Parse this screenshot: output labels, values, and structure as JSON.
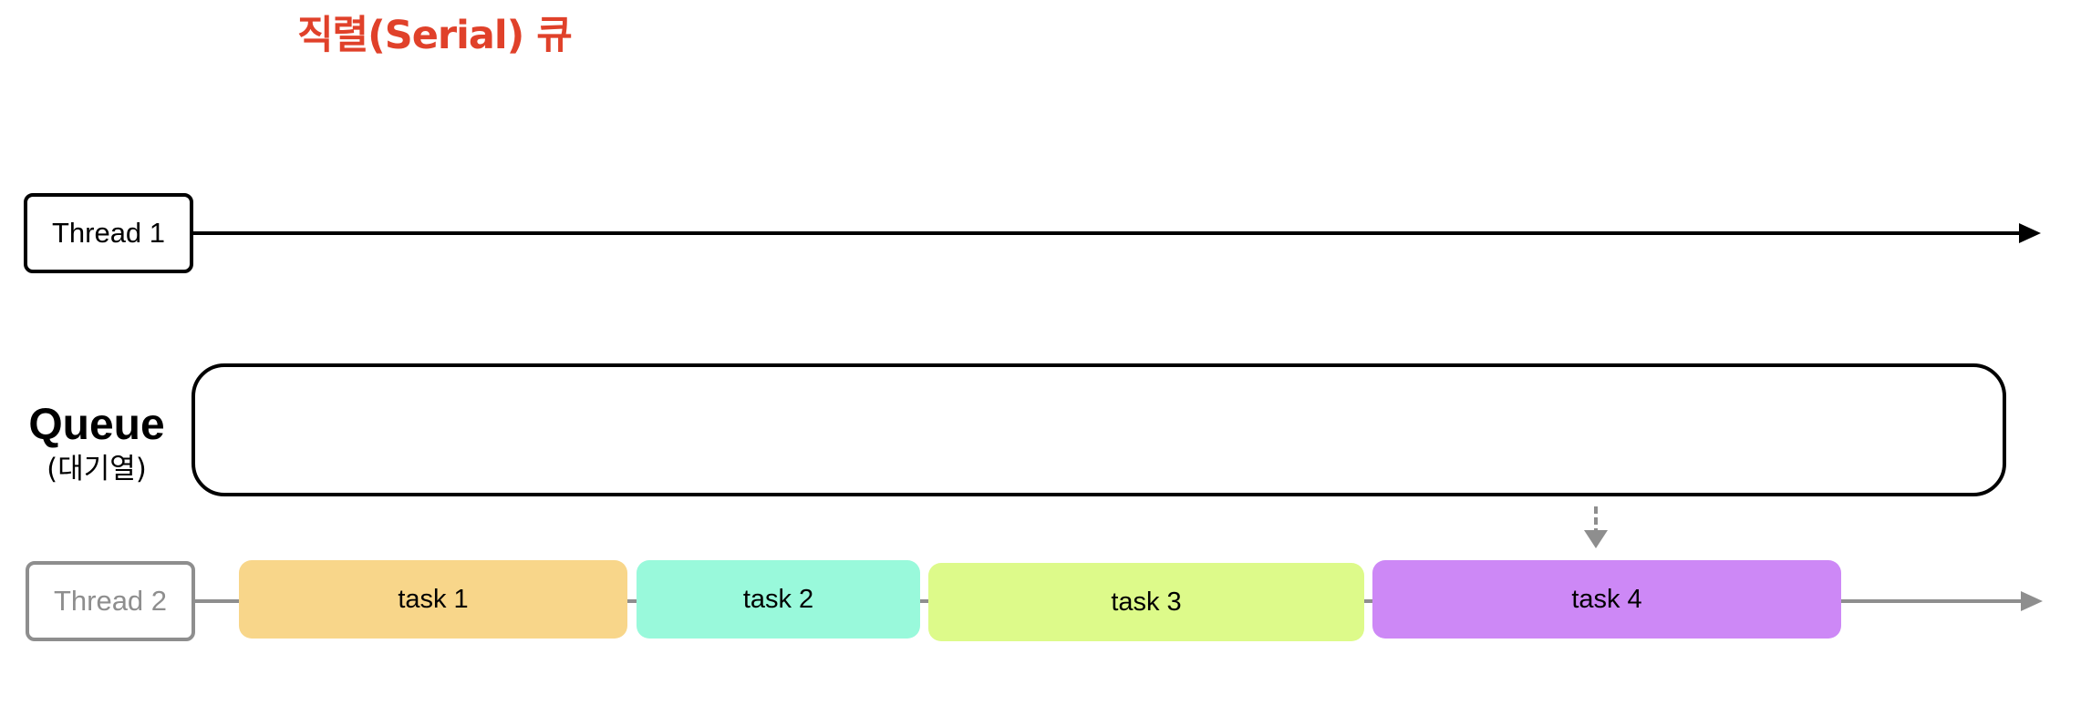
{
  "title": "직렬(Serial) 큐",
  "thread1": {
    "label": "Thread 1"
  },
  "thread2": {
    "label": "Thread 2"
  },
  "queue": {
    "title": "Queue",
    "subtitle": "(대기열)"
  },
  "tasks": [
    {
      "label": "task 1",
      "color": "#f8d68a"
    },
    {
      "label": "task 2",
      "color": "#99f9db"
    },
    {
      "label": "task 3",
      "color": "#ddfa8a"
    },
    {
      "label": "task 4",
      "color": "#cd88f6"
    }
  ],
  "colors": {
    "title": "#e0412a",
    "thread1_line": "#000000",
    "thread2_line": "#8e8e8e"
  }
}
